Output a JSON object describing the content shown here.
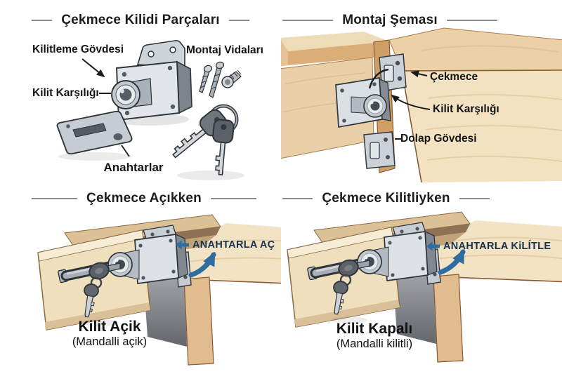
{
  "colors": {
    "arrow_blue": "#2e6da0",
    "action_text_navy": "#16324f",
    "title_rule_gray": "#8c8c8c",
    "outline_dark": "#2f343a",
    "wood_light": "#f3e3c5",
    "wood_mid": "#e6c296",
    "wood_deep": "#cf9f66",
    "metal_light": "#dee2e6",
    "metal_dark": "#7d848b"
  },
  "panels": {
    "parts": {
      "title": "Çekmece Kilidi Parçaları",
      "labels": {
        "lock_body": "Kilitleme Gövdesi",
        "mounting_screws": "Montaj Vidaları",
        "strike_plate": "Kilit Karşılığı",
        "keys": "Anahtarlar"
      }
    },
    "assembly": {
      "title": "Montaj Şeması",
      "labels": {
        "drawer": "Çekmece",
        "strike_plate": "Kilit Karşılığı",
        "cabinet_body": "Dolap Gövdesi"
      }
    },
    "unlocked": {
      "title": "Çekmece Açıkken",
      "action_label": "ANAHTARLA AÇ",
      "caption": "Kilit Açik",
      "subcaption": "(Mandalli açik)"
    },
    "locked": {
      "title": "Çekmece Kilitliyken",
      "action_label": "ANAHTARLA KiLÍTLE",
      "caption": "Kilit Kapalı",
      "subcaption": "(Mandalli kilitli)"
    }
  }
}
